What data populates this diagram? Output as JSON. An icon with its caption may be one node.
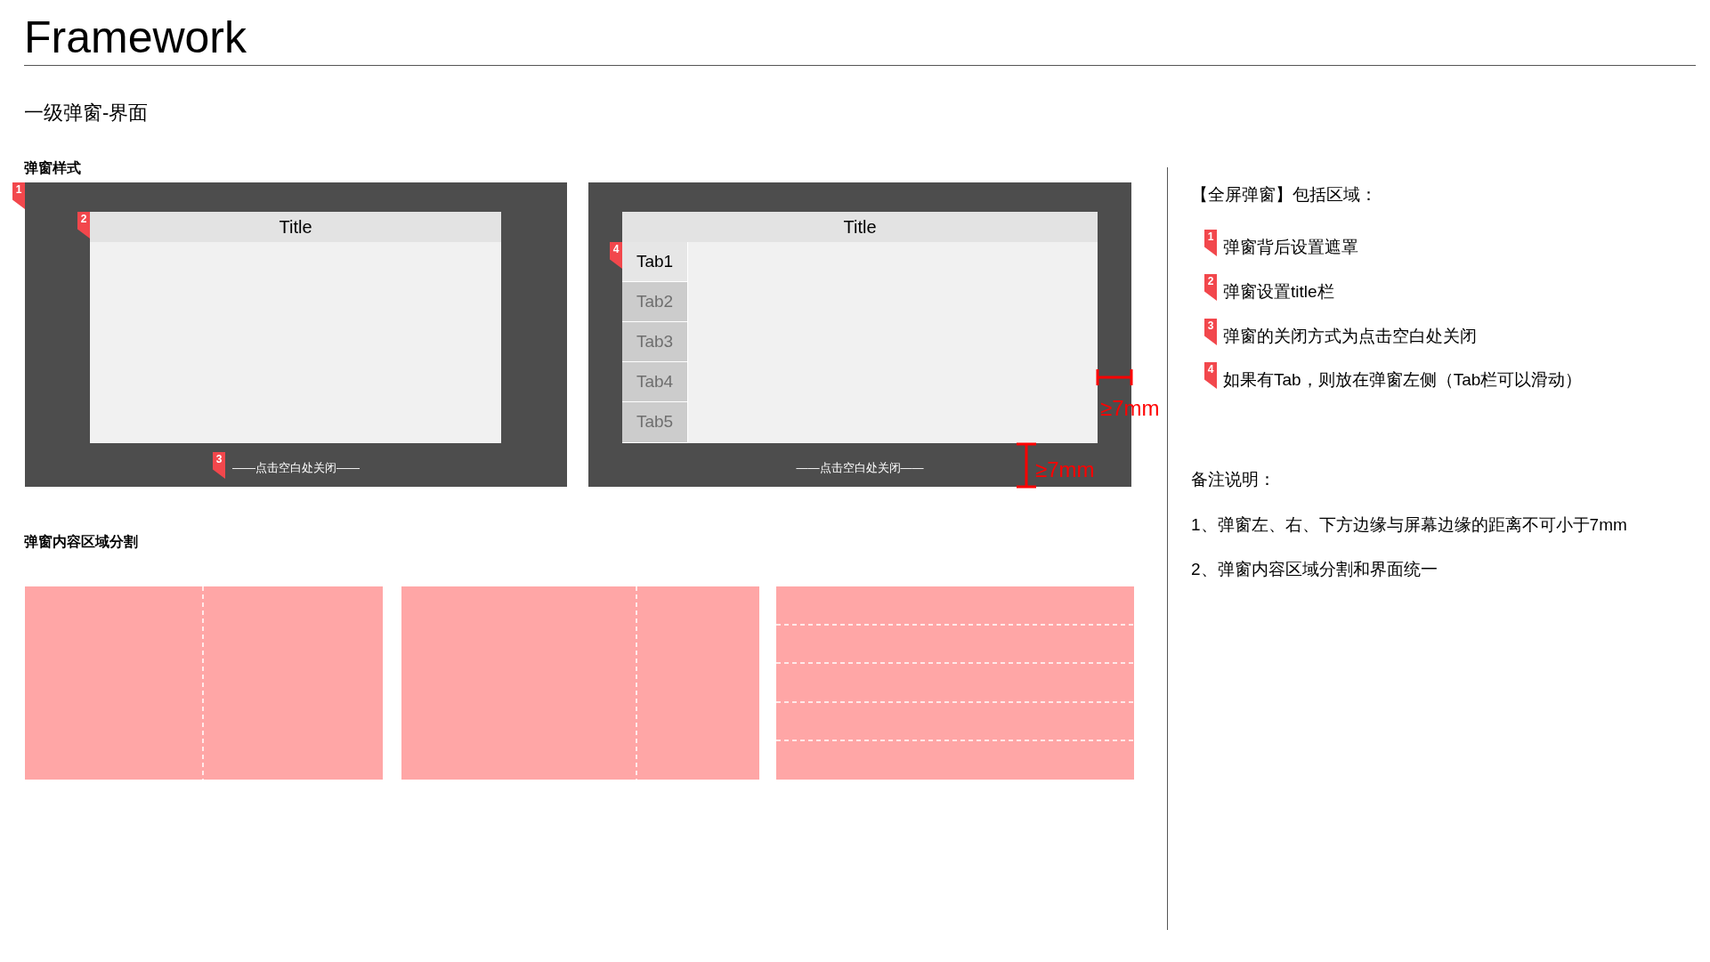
{
  "diagram": {
    "title": "Framework",
    "nodes": [
      {
        "text": [
          "——点击空白处关闭——"
        ]
      },
      {
        "text": [
          "Title"
        ],
        "in": 0
      },
      {
        "text": [
          "——点击空白处关闭——"
        ]
      },
      {
        "text": [
          "Title"
        ],
        "in": 2
      },
      {
        "text": [
          "Tab1"
        ],
        "in": 3
      },
      {
        "text": [
          "Tab2"
        ],
        "in": 3
      },
      {
        "text": [
          "Tab3"
        ],
        "in": 3
      },
      {
        "text": [
          "Tab4"
        ],
        "in": 3
      },
      {
        "text": [
          "Tab5"
        ],
        "in": 3
      },
      {
        "text": [],
        "shape": "box"
      },
      {
        "text": [],
        "shape": "box"
      },
      {
        "text": [],
        "shape": "box"
      }
    ],
    "labels": [
      "一级弹窗-界面",
      "弹窗样式",
      "1",
      "2",
      "3",
      "4",
      "≥7mm",
      "≥7mm",
      "弹窗内容区域分割",
      "【全屏弹窗】包括区域：",
      "1",
      "弹窗背后设置遮罩",
      "2",
      "弹窗设置title栏",
      "3",
      "弹窗的关闭方式为点击空白处关闭",
      "4",
      "如果有Tab，则放在弹窗左侧（Tab栏可以滑动）",
      "备注说明：",
      "1、弹窗左、右、下方边缘与屏幕边缘的距离不可小于7mm",
      "2、弹窗内容区域分割和界面统一"
    ]
  }
}
